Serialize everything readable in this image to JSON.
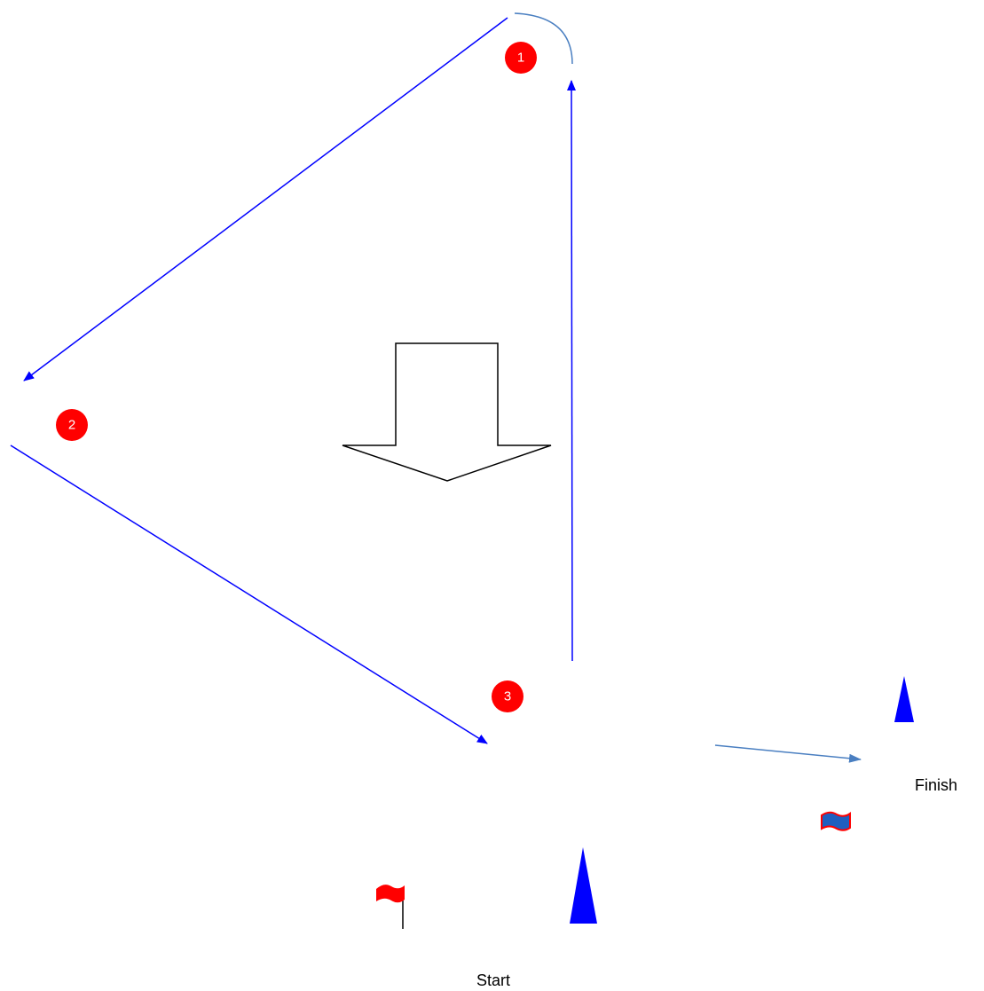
{
  "colors": {
    "course_line": "#0000ff",
    "finish_leg": "#4a7fc1",
    "arc": "#4a7fc1",
    "mark_fill": "#ff0000",
    "buoy": "#0000ff",
    "start_flag": "#ff0000",
    "finish_flag": "#1f5fbf",
    "finish_flag_border": "#ff0000",
    "wind_arrow_stroke": "#000000"
  },
  "marks": [
    {
      "label": "1"
    },
    {
      "label": "2"
    },
    {
      "label": "3"
    }
  ],
  "labels": {
    "finish": "Finish",
    "start": "Start"
  },
  "icons": {
    "start_flag": "red-flag-icon",
    "finish_flag": "blue-flag-icon",
    "start_buoy": "blue-buoy-icon",
    "finish_buoy": "blue-buoy-icon",
    "wind": "wind-direction-arrow-icon"
  }
}
